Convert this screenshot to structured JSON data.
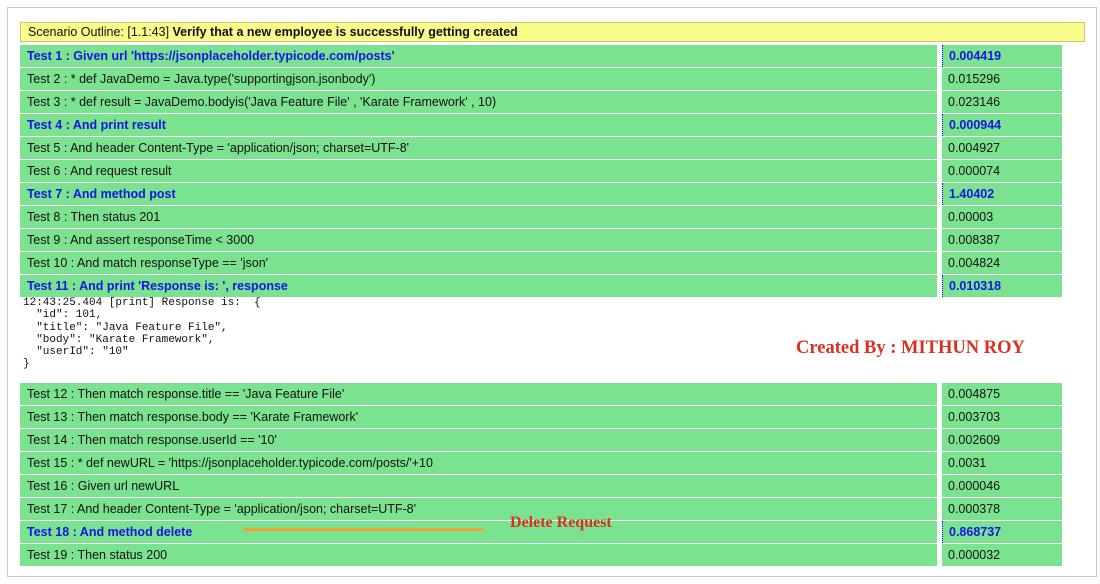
{
  "scenario": {
    "prefix": "Scenario Outline: [1.1:43] ",
    "title": "Verify that a new employee is successfully getting created"
  },
  "steps_before_log": [
    {
      "label": "Test 1 : Given url 'https://jsonplaceholder.typicode.com/posts'",
      "time": "0.004419",
      "highlighted": true
    },
    {
      "label": "Test 2 : * def JavaDemo = Java.type('supportingjson.jsonbody')",
      "time": "0.015296",
      "highlighted": false
    },
    {
      "label": "Test 3 : * def result = JavaDemo.bodyis('Java Feature File' , 'Karate Framework' , 10)",
      "time": "0.023146",
      "highlighted": false
    },
    {
      "label": "Test 4 : And print result",
      "time": "0.000944",
      "highlighted": true
    },
    {
      "label": "Test 5 : And header Content-Type = 'application/json; charset=UTF-8'",
      "time": "0.004927",
      "highlighted": false
    },
    {
      "label": "Test 6 : And request result",
      "time": "0.000074",
      "highlighted": false
    },
    {
      "label": "Test 7 : And method post",
      "time": "1.40402",
      "highlighted": true
    },
    {
      "label": "Test 8 : Then status 201",
      "time": "0.00003",
      "highlighted": false
    },
    {
      "label": "Test 9 : And assert responseTime < 3000",
      "time": "0.008387",
      "highlighted": false
    },
    {
      "label": "Test 10 : And match responseType == 'json'",
      "time": "0.004824",
      "highlighted": false
    },
    {
      "label": "Test 11 : And print 'Response is: ', response",
      "time": "0.010318",
      "highlighted": true
    }
  ],
  "log_output": "12:43:25.404 [print] Response is:  {\n  \"id\": 101,\n  \"title\": \"Java Feature File\",\n  \"body\": \"Karate Framework\",\n  \"userId\": \"10\"\n}",
  "steps_after_log": [
    {
      "label": "Test 12 : Then match response.title == 'Java Feature File'",
      "time": "0.004875",
      "highlighted": false
    },
    {
      "label": "Test 13 : Then match response.body == 'Karate Framework'",
      "time": "0.003703",
      "highlighted": false
    },
    {
      "label": "Test 14 : Then match response.userId == '10'",
      "time": "0.002609",
      "highlighted": false
    },
    {
      "label": "Test 15 : * def newURL = 'https://jsonplaceholder.typicode.com/posts/'+10",
      "time": "0.0031",
      "highlighted": false
    },
    {
      "label": "Test 16 : Given url newURL",
      "time": "0.000046",
      "highlighted": false
    },
    {
      "label": "Test 17 : And header Content-Type = 'application/json; charset=UTF-8'",
      "time": "0.000378",
      "highlighted": false
    },
    {
      "label": "Test 18 : And method delete",
      "time": "0.868737",
      "highlighted": true
    },
    {
      "label": "Test 19 : Then status 200",
      "time": "0.000032",
      "highlighted": false
    }
  ],
  "annotations": {
    "credit": "Created By : MITHUN ROY",
    "delete_note": "Delete Request"
  },
  "colors": {
    "step_background": "#7be28f",
    "highlight_text": "#1515e6",
    "scenario_background": "#fbfb8c",
    "annotation_red": "#d9311f",
    "annotation_line": "#f2a23a"
  }
}
